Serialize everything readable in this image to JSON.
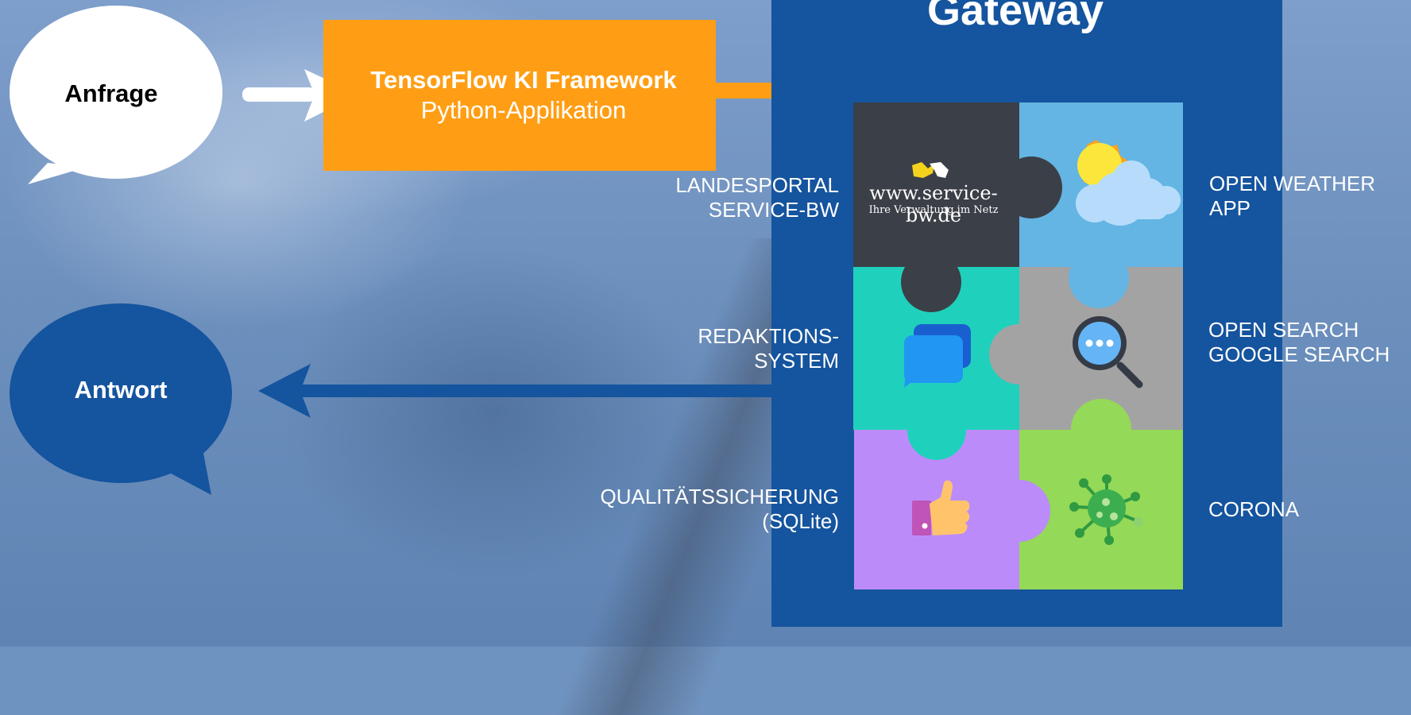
{
  "colors": {
    "background": "#6f93c0",
    "gateway": "#15549e",
    "framework_box": "#ff9e14",
    "antwort_bubble": "#15549e",
    "puzzle_service_bw": "#3b3f47",
    "puzzle_weather": "#64b5e3",
    "puzzle_redaktion": "#1fd1bc",
    "puzzle_search": "#a3a3a3",
    "puzzle_quality": "#bb8cf9",
    "puzzle_corona": "#94d957"
  },
  "request_bubble": {
    "label": "Anfrage"
  },
  "response_bubble": {
    "label": "Antwort"
  },
  "framework": {
    "title": "TensorFlow KI Framework",
    "subtitle": "Python-Applikation"
  },
  "gateway": {
    "title": "Gateway"
  },
  "logo": {
    "url": "www.service-bw.de",
    "tagline": "Ihre Verwaltung im Netz"
  },
  "labels": {
    "landesportal": [
      "LANDESPORTAL",
      "SERVICE-BW"
    ],
    "redaktion": [
      "REDAKTIONS-",
      "SYSTEM"
    ],
    "qualitaet": [
      "QUALITÄTSSICHERUNG",
      "(SQLite)"
    ],
    "weather": [
      "OPEN WEATHER",
      "APP"
    ],
    "search": [
      "OPEN SEARCH",
      "GOOGLE SEARCH"
    ],
    "corona": [
      "CORONA"
    ]
  },
  "icons": {
    "service_bw": "lion-logo-icon",
    "weather": "sun-cloud-icon",
    "redaktion": "chat-bubble-icon",
    "search": "magnifier-icon",
    "quality": "thumbs-up-icon",
    "corona": "virus-icon"
  }
}
